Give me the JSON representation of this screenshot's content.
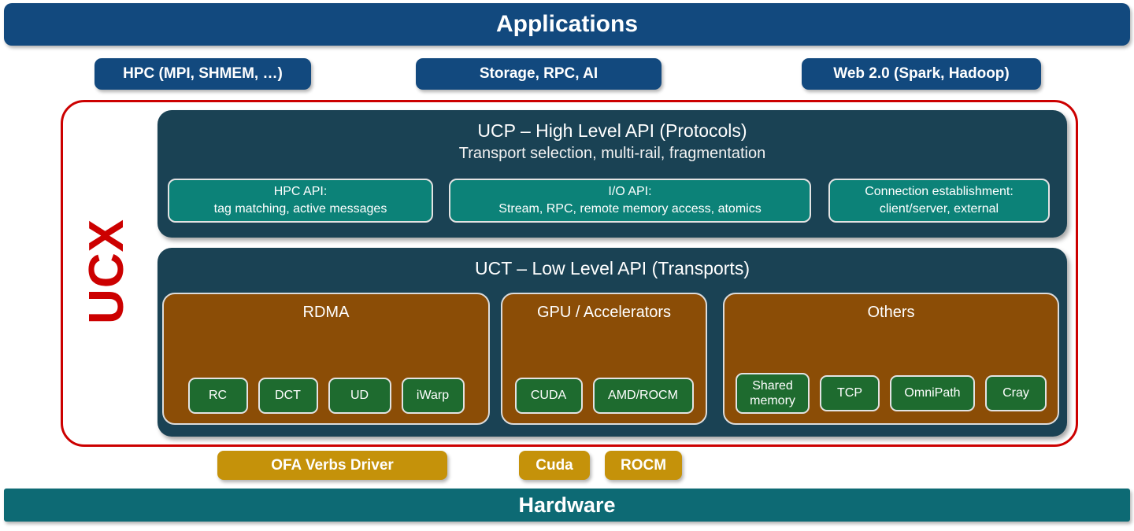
{
  "colors": {
    "app_blue": "#12497E",
    "panel_navy": "#1A4254",
    "teal_chip": "#0C8278",
    "brown": "#8B4D06",
    "green": "#1E6B2F",
    "gold": "#C5920A",
    "hardware_teal": "#0D6A74",
    "ucx_red": "#CC0000"
  },
  "top_banner": {
    "label": "Applications"
  },
  "app_pills": [
    {
      "label": "HPC (MPI, SHMEM, …)"
    },
    {
      "label": "Storage, RPC, AI"
    },
    {
      "label": "Web 2.0 (Spark, Hadoop)"
    }
  ],
  "ucx": {
    "label": "UCX"
  },
  "ucp": {
    "title": "UCP – High Level API (Protocols)",
    "subtitle": "Transport selection, multi-rail, fragmentation",
    "chips": [
      {
        "line1": "HPC API:",
        "line2": "tag matching, active messages"
      },
      {
        "line1": "I/O API:",
        "line2": "Stream, RPC, remote memory access, atomics"
      },
      {
        "line1": "Connection establishment:",
        "line2": "client/server, external"
      }
    ]
  },
  "uct": {
    "title": "UCT – Low Level API (Transports)",
    "groups": [
      {
        "title": "RDMA",
        "chips": [
          "RC",
          "DCT",
          "UD",
          "iWarp"
        ]
      },
      {
        "title": "GPU / Accelerators",
        "chips": [
          "CUDA",
          "AMD/ROCM"
        ]
      },
      {
        "title": "Others",
        "chips": [
          "Shared memory",
          "TCP",
          "OmniPath",
          "Cray"
        ]
      }
    ]
  },
  "drivers": [
    {
      "label": "OFA Verbs Driver"
    },
    {
      "label": "Cuda"
    },
    {
      "label": "ROCM"
    }
  ],
  "bottom_banner": {
    "label": "Hardware"
  }
}
